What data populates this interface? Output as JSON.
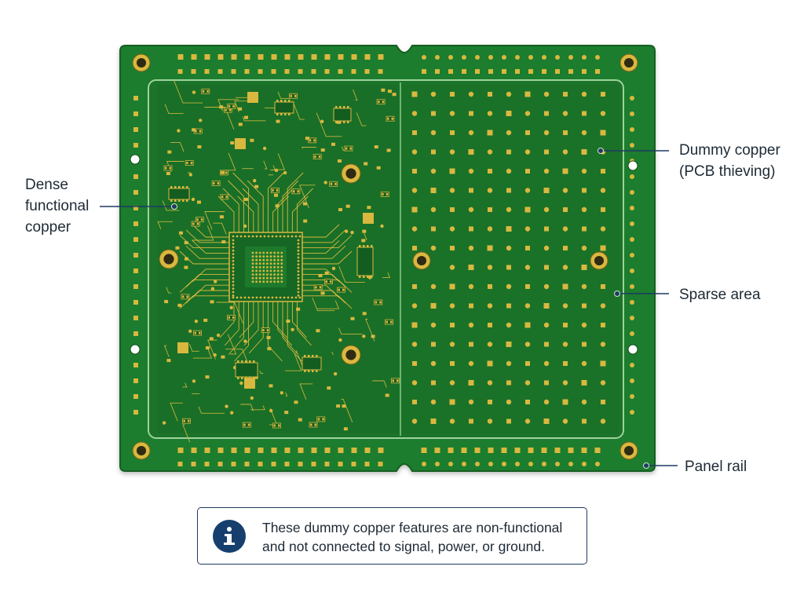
{
  "labels": {
    "dense": [
      "Dense",
      "functional",
      "copper"
    ],
    "dummy": [
      "Dummy copper",
      "(PCB thieving)"
    ],
    "sparse": "Sparse area",
    "rail": "Panel rail"
  },
  "note": {
    "lines": [
      "These dummy copper features are non-functional",
      "and not connected to signal, power, or ground."
    ],
    "icon": "info-icon"
  },
  "colors": {
    "board": "#1d7a2c",
    "board_dark": "#135c1f",
    "copper": "#d9b840",
    "leader": "#1f3a63",
    "accent": "#173f6e"
  }
}
